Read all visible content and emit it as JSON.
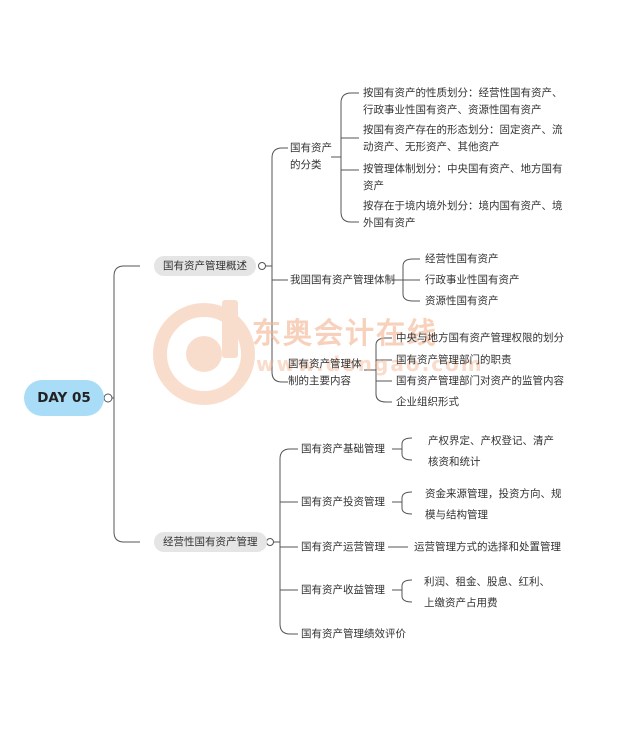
{
  "root": "DAY 05",
  "branch1": {
    "label": "国有资产管理概述",
    "cat": {
      "label": "国有资产的分类",
      "items": [
        "按国有资产的性质划分：经营性国有资产、行政事业性国有资产、资源性国有资产",
        "按国有资产存在的形态划分：固定资产、流动资产、无形资产、其他资产",
        "按管理体制划分：中央国有资产、地方国有资产",
        "按存在于境内境外划分：境内国有资产、境外国有资产"
      ]
    },
    "system": {
      "label": "我国国有资产管理体制",
      "items": [
        "经营性国有资产",
        "行政事业性国有资产",
        "资源性国有资产"
      ]
    },
    "content": {
      "label": "国有资产管理体制的主要内容",
      "items": [
        "中央与地方国有资产管理权限的划分",
        "国有资产管理部门的职责",
        "国有资产管理部门对资产的监管内容",
        "企业组织形式"
      ]
    }
  },
  "branch2": {
    "label": "经营性国有资产管理",
    "basic": {
      "label": "国有资产基础管理",
      "items": [
        "产权界定、产权登记、清产核资和统计"
      ]
    },
    "invest": {
      "label": "国有资产投资管理",
      "items": [
        "资金来源管理，投资方向、规模与结构管理"
      ]
    },
    "operate": {
      "label": "国有资产运营管理",
      "items": [
        "运营管理方式的选择和处置管理"
      ]
    },
    "income": {
      "label": "国有资产收益管理",
      "items": [
        "利润、租金、股息、红利、上缴资产占用费"
      ]
    },
    "perf": {
      "label": "国有资产管理绩效评价"
    }
  },
  "watermark": {
    "brand": "东奥会计在线",
    "url": "www.dongao.com"
  },
  "colors": {
    "root_fill": "#a9dcf7",
    "branch_fill": "#e5e5e5",
    "line": "#555555",
    "watermark": "#f3b38f"
  }
}
